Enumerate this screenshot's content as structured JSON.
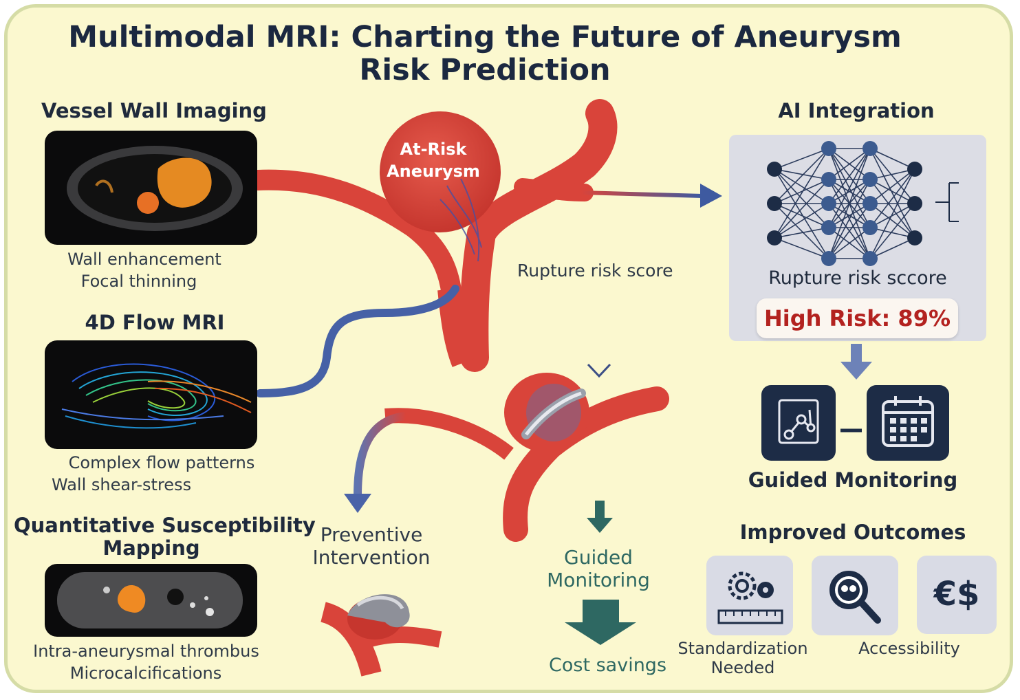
{
  "title": "Multimodal MRI: Charting the Future of Aneurysm Risk Prediction",
  "left": {
    "vessel_wall": {
      "heading": "Vessel Wall Imaging",
      "captions": [
        "Wall enhancement",
        "Focal thinning"
      ]
    },
    "flow": {
      "heading": "4D Flow MRI",
      "captions": [
        "Complex flow patterns",
        "Wall shear-stress"
      ]
    },
    "qsm": {
      "heading_lines": [
        "Quantitative Susceptibility",
        "Mapping"
      ],
      "captions": [
        "Intra-aneurysmal thrombus",
        "Microcalcifications"
      ]
    }
  },
  "center": {
    "aneurysm_label_lines": [
      "At-Risk",
      "Aneurysm"
    ],
    "rupture_label": "Rupture risk score",
    "intervention_lines": [
      "Preventive",
      "Intervention"
    ],
    "monitoring_lines": [
      "Guided",
      "Monitoring"
    ],
    "cost": "Cost savings"
  },
  "right": {
    "ai_heading": "AI Integration",
    "score_label": "Rupture risk sccore",
    "risk_badge": "High Risk: 89%",
    "monitoring": "Guided Monitoring",
    "outcomes_heading": "Improved Outcomes",
    "outcome_tiles": [
      {
        "icon": "gears-ruler-icon",
        "label_lines": [
          "Standardization",
          "Needed"
        ]
      },
      {
        "icon": "magnifier-icon",
        "label_lines": [
          "Accessibility"
        ]
      },
      {
        "icon": "currency-icon",
        "glyph": "€$"
      }
    ]
  },
  "colors": {
    "background": "#fbf8cf",
    "vessel_red": "#d9443a",
    "navy": "#1d2c46",
    "risk_red": "#b3221f",
    "teal": "#2e6862"
  }
}
